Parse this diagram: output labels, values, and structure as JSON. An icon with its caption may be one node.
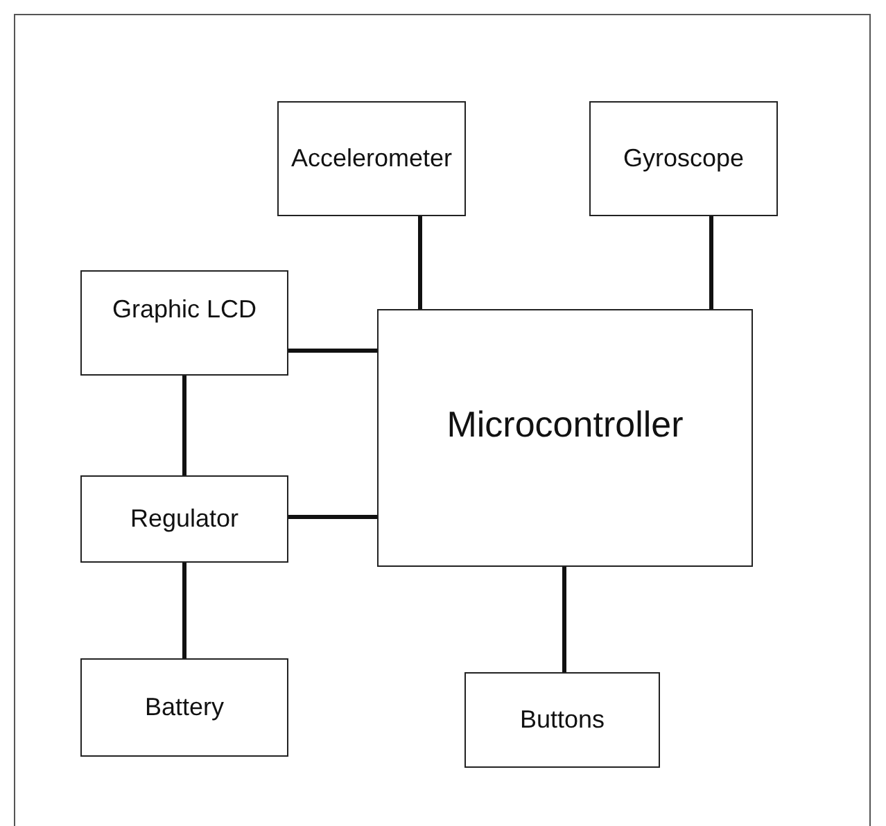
{
  "diagram": {
    "nodes": [
      {
        "text": [
          "Accelerometer"
        ]
      },
      {
        "text": [
          "Gyroscope"
        ]
      },
      {
        "text": [
          "Graphic LCD"
        ]
      },
      {
        "text": [
          "Microcontroller"
        ]
      },
      {
        "text": [
          "Regulator"
        ]
      },
      {
        "text": [
          "Battery"
        ]
      },
      {
        "text": [
          "Buttons"
        ]
      }
    ],
    "edges": [
      {
        "from": 0,
        "to": 3,
        "arrow": "none"
      },
      {
        "from": 1,
        "to": 3,
        "arrow": "none"
      },
      {
        "from": 2,
        "to": 3,
        "arrow": "none"
      },
      {
        "from": 4,
        "to": 3,
        "arrow": "none"
      },
      {
        "from": 2,
        "to": 4,
        "arrow": "none"
      },
      {
        "from": 4,
        "to": 5,
        "arrow": "none"
      },
      {
        "from": 3,
        "to": 6,
        "arrow": "none"
      }
    ]
  }
}
